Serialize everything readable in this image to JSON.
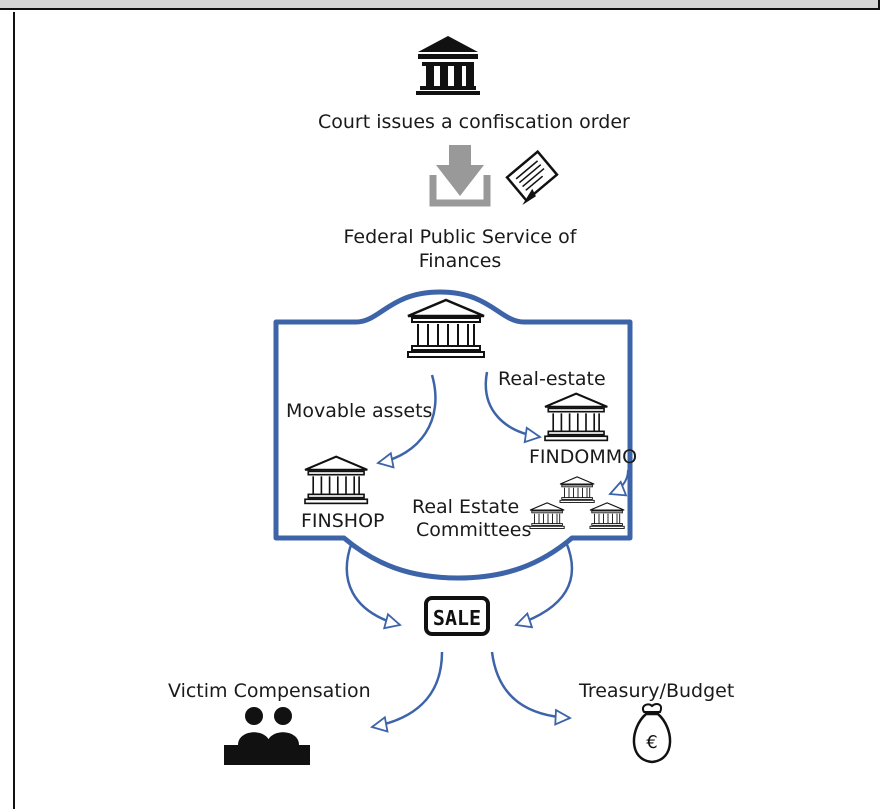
{
  "labels": {
    "court": "Court issues a confiscation order",
    "federal_line1": "Federal Public Service of",
    "federal_line2": "Finances",
    "real_estate": "Real-estate",
    "movable_assets": "Movable assets",
    "findommo": "FINDOMMO",
    "finshop": "FINSHOP",
    "committees_line1": "Real Estate",
    "committees_line2": "Committees",
    "victim": "Victim Compensation",
    "treasury": "Treasury/Budget",
    "sale": "SALE",
    "euro": "€"
  },
  "colors": {
    "blue": "#3d64a8",
    "grey": "#999999",
    "black": "#111111"
  },
  "icons": [
    "court-building-icon",
    "download-icon",
    "document-sign-icon",
    "bank-icon",
    "sale-sign-icon",
    "people-desk-icon",
    "money-bag-icon"
  ]
}
